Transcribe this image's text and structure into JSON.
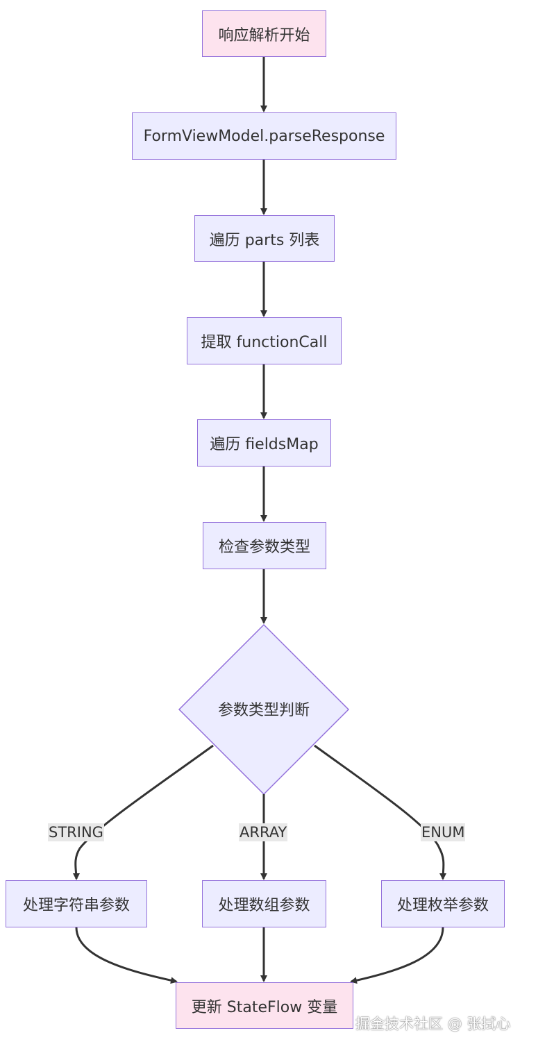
{
  "flowchart": {
    "nodes": {
      "start": "响应解析开始",
      "parse_response": "FormViewModel.parseResponse",
      "iterate_parts": "遍历 parts 列表",
      "extract_function_call": "提取 functionCall",
      "iterate_fields_map": "遍历 fieldsMap",
      "check_param_type": "检查参数类型",
      "param_type_decision": "参数类型判断",
      "handle_string": "处理字符串参数",
      "handle_array": "处理数组参数",
      "handle_enum": "处理枚举参数",
      "update_stateflow": "更新 StateFlow 变量"
    },
    "edge_labels": {
      "string": "STRING",
      "array": "ARRAY",
      "enum": "ENUM"
    }
  },
  "watermark": "掘金技术社区 @ 张拭心",
  "colors": {
    "node_fill": "#ECECFF",
    "node_border": "#9370DB",
    "terminal_fill": "#FDE3EE",
    "edge": "#333333",
    "edge_label_bg": "#E8E8E8"
  }
}
